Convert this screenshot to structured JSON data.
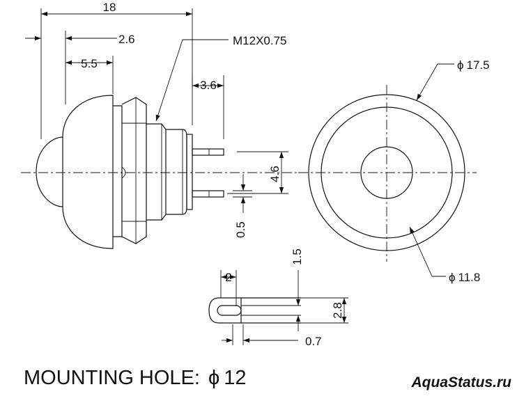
{
  "side_view": {
    "dim_length": "18",
    "dim_bezel": "2.6",
    "dim_cap": "5.5",
    "thread_label": "M12X0.75",
    "dim_terminal_length": "3.6",
    "dim_terminal_pitch": "4.6",
    "dim_terminal_thickness": "0.5"
  },
  "front_view": {
    "outer_diameter": "17.5",
    "inner_diameter": "11.8",
    "diameter_symbol": "ϕ"
  },
  "terminal_detail": {
    "dim_width": "2",
    "dim_hole_height": "1.5",
    "dim_tab_height": "2.8",
    "dim_hole_width": "0.7"
  },
  "mounting_hole": {
    "label": "MOUNTING HOLE:",
    "symbol": "ϕ",
    "value": "12"
  },
  "watermark": "AquaStatus.ru"
}
